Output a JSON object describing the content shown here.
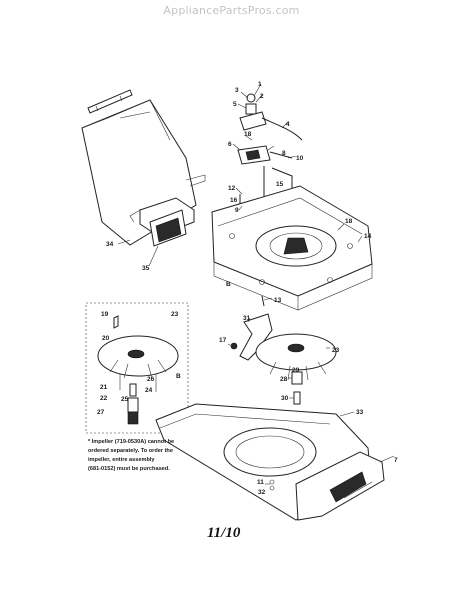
{
  "watermark": "AppliancePartsPros.com",
  "page_number": "11/10",
  "callouts": {
    "c1": "1",
    "c2": "2",
    "c3": "3",
    "c4": "4",
    "c5": "5",
    "c6": "6",
    "c7": "7",
    "c8": "8",
    "c10": "10",
    "c11": "11",
    "c12": "12",
    "c13": "13",
    "c14": "14",
    "c15": "15",
    "c16": "16",
    "c17": "17",
    "c18": "18",
    "c18b": "18",
    "c19": "19",
    "c20": "20",
    "c21": "21",
    "c22": "22",
    "c23": "23",
    "c23b": "23",
    "c24": "24",
    "c25": "25",
    "c26": "26",
    "c27": "27",
    "c28": "28",
    "c29": "29",
    "c30": "30",
    "c31": "31",
    "c32": "32",
    "c33": "33",
    "c34": "34",
    "c35": "35",
    "c9": "9",
    "cB": "B",
    "cB2": "B"
  },
  "note": {
    "line1": "* Impeller (719-0530A) cannot be",
    "line2": "ordered separately. To order the",
    "line3": "impeller, entire assembly",
    "line4": "(681-0152) must be purchased."
  }
}
